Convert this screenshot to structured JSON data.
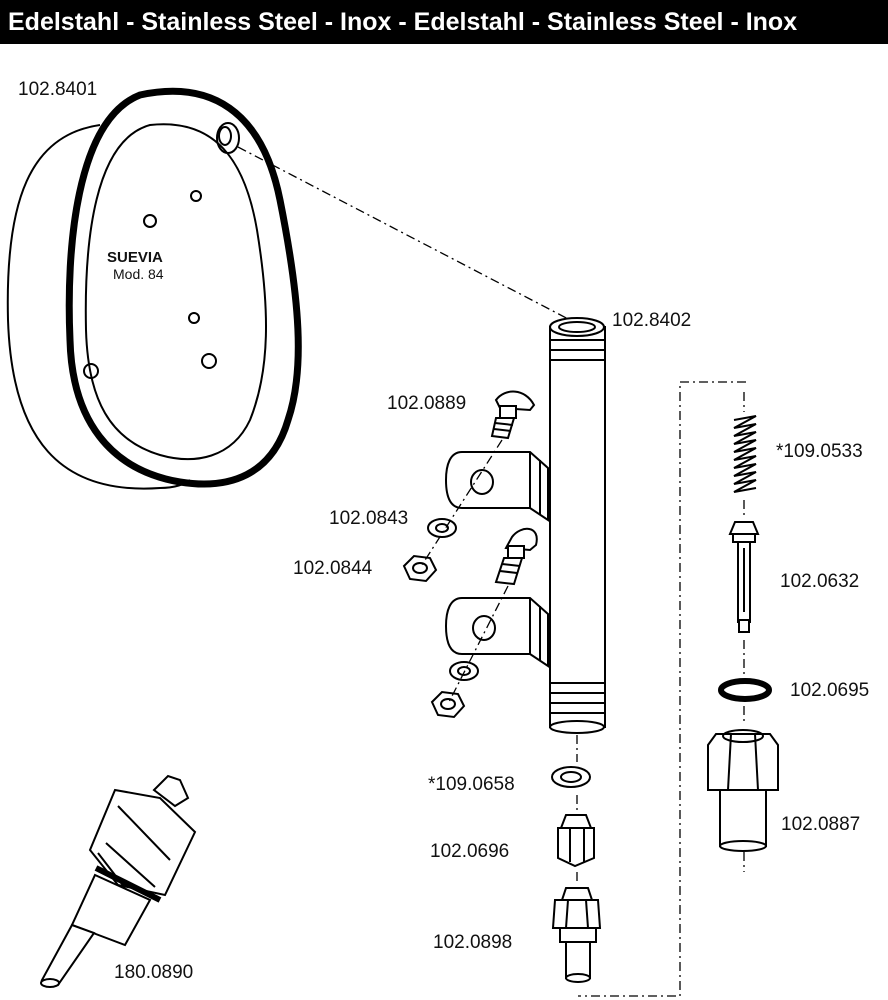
{
  "banner": {
    "text": "Edelstahl - Stainless Steel - Inox - Edelstahl - Stainless Steel - Inox"
  },
  "plate": {
    "brand": "SUEVIA",
    "model": "Mod. 84"
  },
  "parts": {
    "p8401": "102.8401",
    "p8402": "102.8402",
    "p0889": "102.0889",
    "p0843": "102.0843",
    "p0844": "102.0844",
    "p0533": "*109.0533",
    "p0632": "102.0632",
    "p0695": "102.0695",
    "p0887": "102.0887",
    "p0658": "*109.0658",
    "p0696": "102.0696",
    "p0898": "102.0898",
    "p0890": "180.0890"
  }
}
